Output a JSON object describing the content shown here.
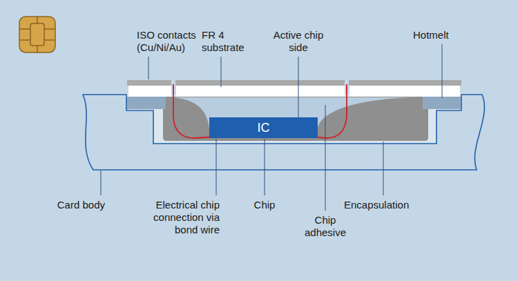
{
  "diagram": {
    "nodes": [
      {
        "text": [
          "IC"
        ]
      }
    ],
    "labels": [
      "ISO contacts (Cu/Ni/Au)",
      "FR 4 substrate",
      "Active chip side",
      "Hotmelt",
      "Card body",
      "Electrical chip connection via bond wire",
      "Chip",
      "Encapsulation",
      "Chip adhesive"
    ]
  }
}
